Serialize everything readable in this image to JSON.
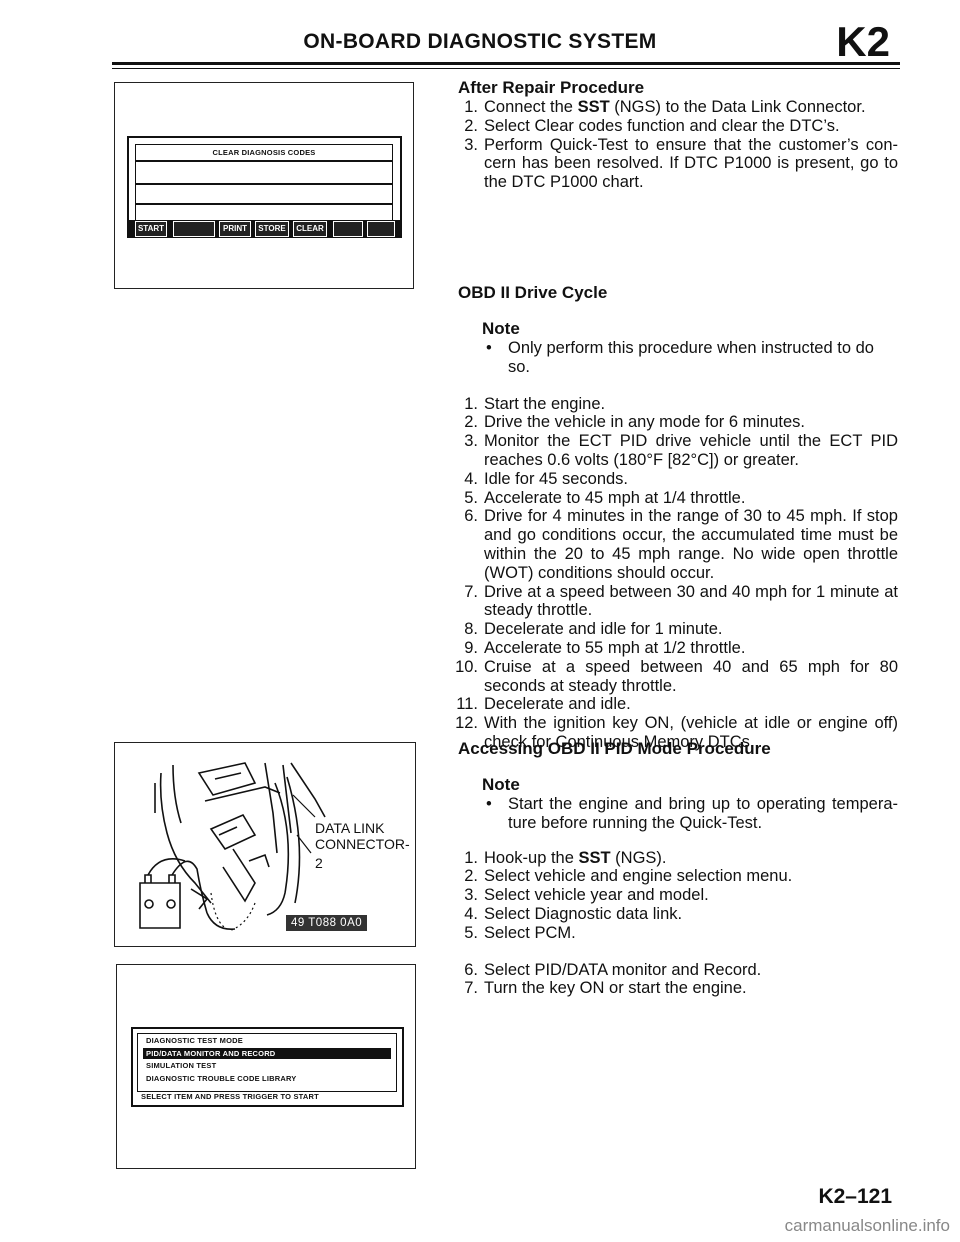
{
  "header": {
    "title": "ON-BOARD DIAGNOSTIC SYSTEM",
    "code": "K2"
  },
  "figure1": {
    "screen_title": "CLEAR DIAGNOSIS CODES",
    "buttons": [
      "START",
      "PRINT",
      "STORE",
      "CLEAR"
    ]
  },
  "figure2": {
    "callout_line1": "DATA LINK",
    "callout_line2": "CONNECTOR-2",
    "tag": "49 T088 0A0"
  },
  "figure3": {
    "menu": [
      "DIAGNOSTIC TEST MODE",
      "PID/DATA MONITOR AND RECORD",
      "SIMULATION TEST",
      "DIAGNOSTIC TROUBLE CODE LIBRARY"
    ],
    "footer": "SELECT ITEM AND PRESS TRIGGER TO START"
  },
  "after_repair": {
    "heading": "After Repair Procedure",
    "steps": [
      {
        "num": "1.",
        "pre": "Connect the ",
        "bold": "SST",
        "post": " (NGS) to the Data Link Connector."
      },
      {
        "num": "2.",
        "text": "Select Clear codes function and clear the DTC’s."
      },
      {
        "num": "3.",
        "text": "Perform Quick-Test to ensure that the customer’s con-cern has been resolved. If DTC P1000 is present, go to the DTC P1000 chart."
      }
    ]
  },
  "drive_cycle": {
    "heading": "OBD II Drive Cycle",
    "note_label": "Note",
    "note": "Only perform this procedure when instructed to do so.",
    "steps": [
      {
        "num": "1.",
        "text": "Start the engine."
      },
      {
        "num": "2.",
        "text": "Drive the vehicle in any mode for 6 minutes."
      },
      {
        "num": "3.",
        "text": "Monitor the ECT PID drive vehicle until the ECT PID reaches 0.6 volts (180°F [82°C]) or greater."
      },
      {
        "num": "4.",
        "text": "Idle for 45 seconds."
      },
      {
        "num": "5.",
        "text": "Accelerate to 45 mph at 1/4 throttle."
      },
      {
        "num": "6.",
        "text": "Drive for 4 minutes in the range of 30 to 45 mph. If stop and go conditions occur, the accumulated time must be within the 20 to 45 mph range. No wide open throttle (WOT) conditions should occur."
      },
      {
        "num": "7.",
        "text": "Drive at a speed between 30 and 40 mph for 1 minute at steady throttle."
      },
      {
        "num": "8.",
        "text": "Decelerate and idle for 1 minute."
      },
      {
        "num": "9.",
        "text": "Accelerate to 55 mph at 1/2 throttle."
      },
      {
        "num": "10.",
        "text": "Cruise at a speed between 40 and 65 mph for 80 seconds at steady throttle."
      },
      {
        "num": "11.",
        "text": "Decelerate and idle."
      },
      {
        "num": "12.",
        "text": "With the ignition key ON, (vehicle at idle or engine off) check for Continuous Memory DTCs."
      }
    ]
  },
  "pid_mode": {
    "heading": "Accessing OBD II PID Mode Procedure",
    "note_label": "Note",
    "note": "Start the engine and bring up to operating tempera-ture before running the Quick-Test.",
    "steps": [
      {
        "num": "1.",
        "pre": "Hook-up the ",
        "bold": "SST",
        "post": " (NGS)."
      },
      {
        "num": "2.",
        "text": "Select vehicle and engine selection menu."
      },
      {
        "num": "3.",
        "text": "Select vehicle year and model."
      },
      {
        "num": "4.",
        "text": "Select Diagnostic data link."
      },
      {
        "num": "5.",
        "text": "Select PCM."
      }
    ],
    "steps2": [
      {
        "num": "6.",
        "text": "Select PID/DATA monitor and Record."
      },
      {
        "num": "7.",
        "text": "Turn the key ON or start the engine."
      }
    ]
  },
  "footer": {
    "page_number": "K2–121",
    "watermark": "carmanualsonline.info"
  }
}
